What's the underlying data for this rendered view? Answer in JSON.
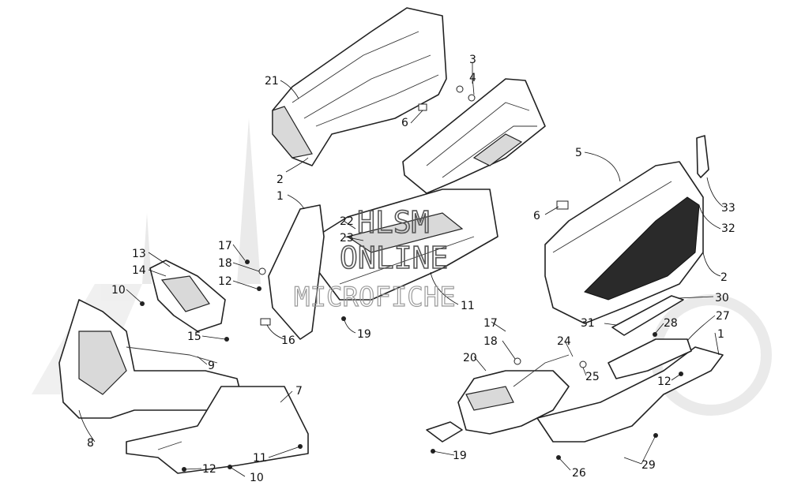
{
  "watermark": {
    "line1": "HLSM",
    "line2": "ONLINE",
    "line3": "MICROFICHE"
  },
  "callouts": [
    {
      "id": "c1",
      "label": "1"
    },
    {
      "id": "c1b",
      "label": "1"
    },
    {
      "id": "c2",
      "label": "2"
    },
    {
      "id": "c2b",
      "label": "2"
    },
    {
      "id": "c3",
      "label": "3"
    },
    {
      "id": "c4",
      "label": "4"
    },
    {
      "id": "c5",
      "label": "5"
    },
    {
      "id": "c6",
      "label": "6"
    },
    {
      "id": "c6b",
      "label": "6"
    },
    {
      "id": "c7",
      "label": "7"
    },
    {
      "id": "c8",
      "label": "8"
    },
    {
      "id": "c9",
      "label": "9"
    },
    {
      "id": "c10",
      "label": "10"
    },
    {
      "id": "c10b",
      "label": "10"
    },
    {
      "id": "c11",
      "label": "11"
    },
    {
      "id": "c11b",
      "label": "11"
    },
    {
      "id": "c12",
      "label": "12"
    },
    {
      "id": "c12b",
      "label": "12"
    },
    {
      "id": "c12c",
      "label": "12"
    },
    {
      "id": "c13",
      "label": "13"
    },
    {
      "id": "c14",
      "label": "14"
    },
    {
      "id": "c15",
      "label": "15"
    },
    {
      "id": "c16",
      "label": "16"
    },
    {
      "id": "c17",
      "label": "17"
    },
    {
      "id": "c17b",
      "label": "17"
    },
    {
      "id": "c18",
      "label": "18"
    },
    {
      "id": "c18b",
      "label": "18"
    },
    {
      "id": "c19",
      "label": "19"
    },
    {
      "id": "c19b",
      "label": "19"
    },
    {
      "id": "c20",
      "label": "20"
    },
    {
      "id": "c21",
      "label": "21"
    },
    {
      "id": "c22",
      "label": "22"
    },
    {
      "id": "c23",
      "label": "23"
    },
    {
      "id": "c24",
      "label": "24"
    },
    {
      "id": "c25",
      "label": "25"
    },
    {
      "id": "c26",
      "label": "26"
    },
    {
      "id": "c27",
      "label": "27"
    },
    {
      "id": "c28",
      "label": "28"
    },
    {
      "id": "c29",
      "label": "29"
    },
    {
      "id": "c30",
      "label": "30"
    },
    {
      "id": "c31",
      "label": "31"
    },
    {
      "id": "c32",
      "label": "32"
    },
    {
      "id": "c33",
      "label": "33"
    }
  ]
}
